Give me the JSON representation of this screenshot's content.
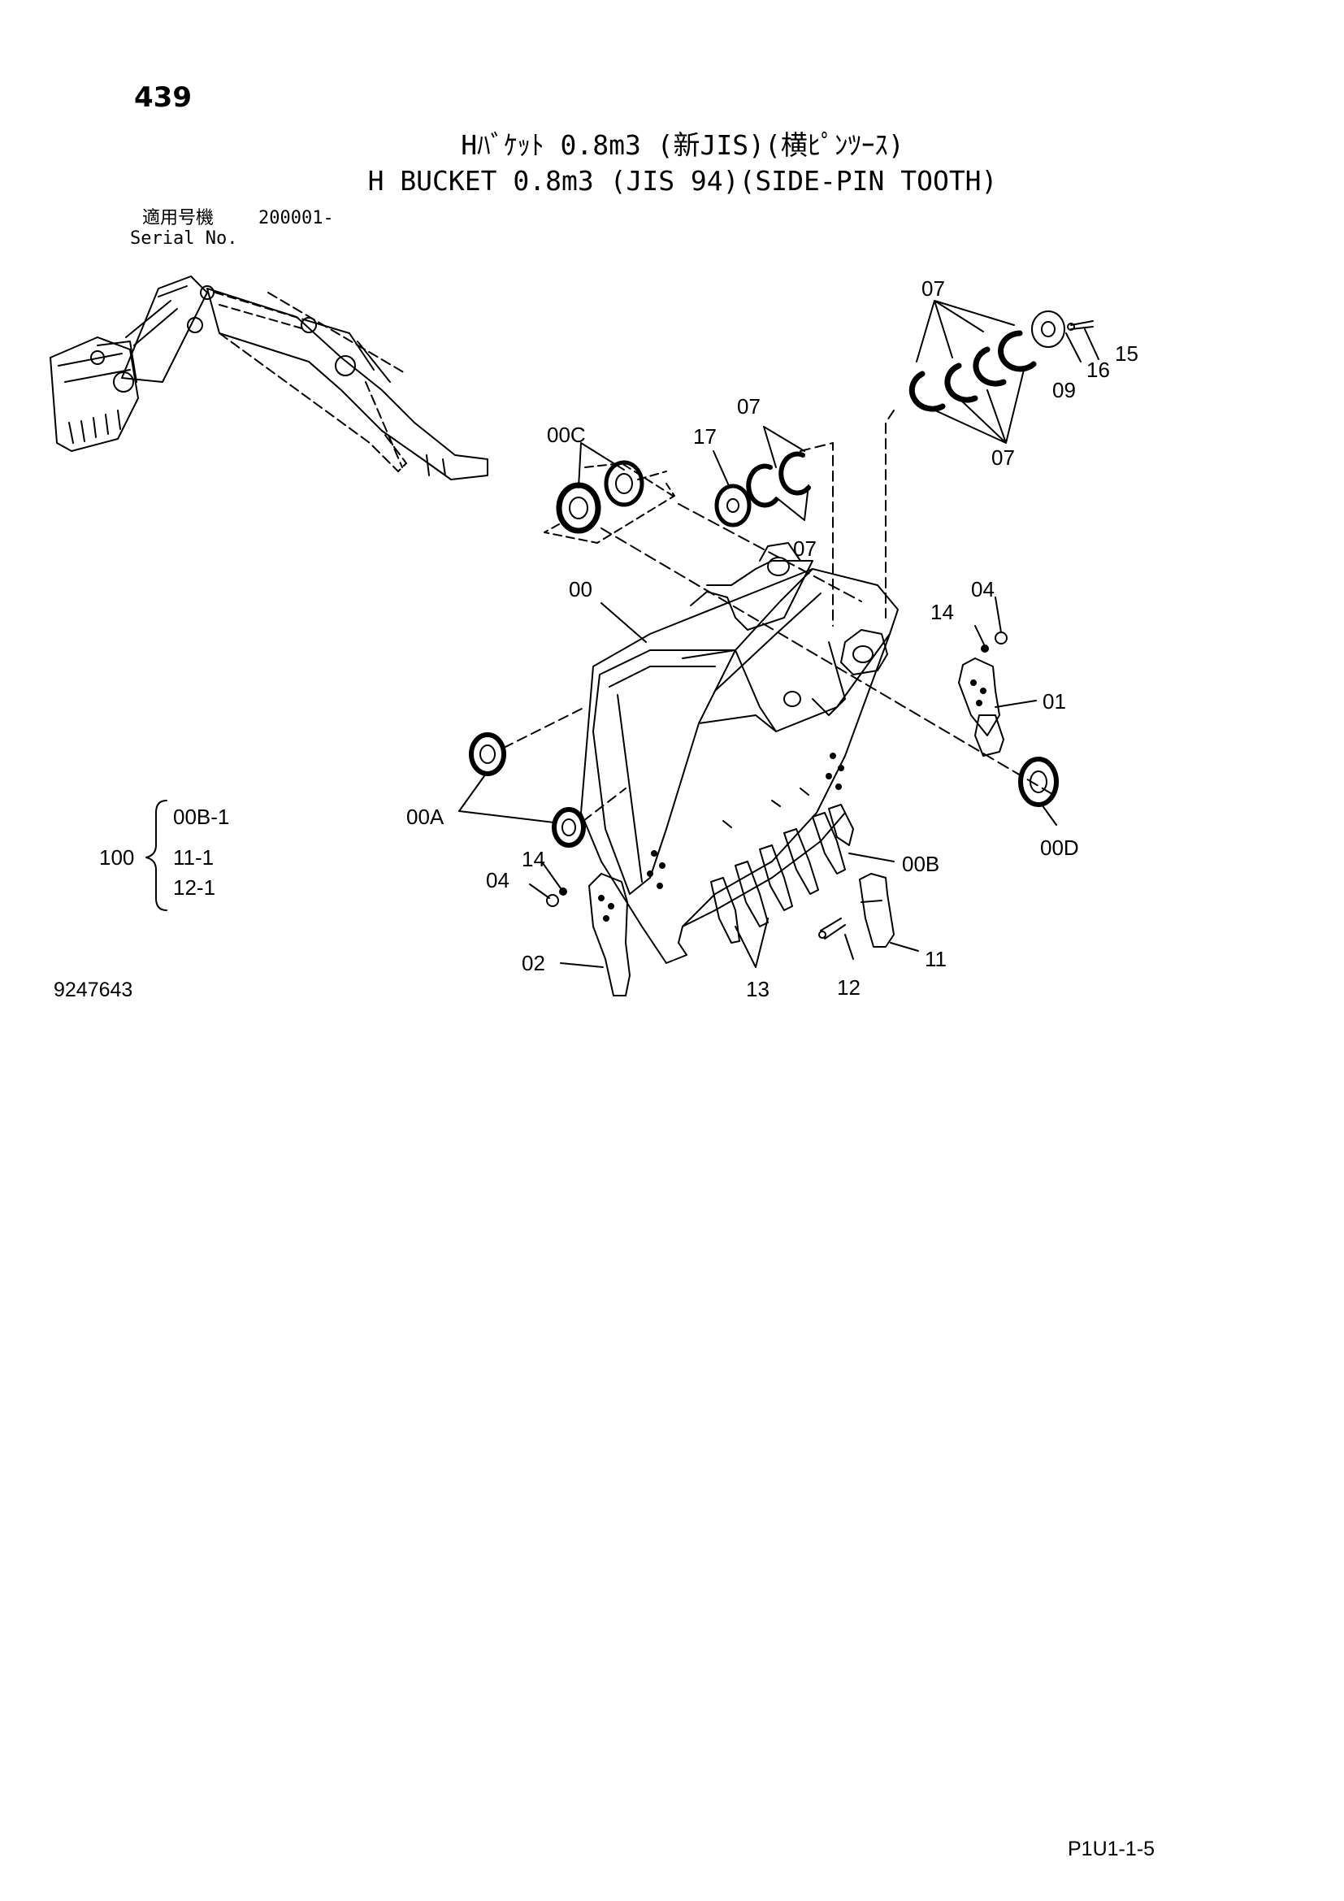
{
  "page_number": "439",
  "title_jp": "Hﾊﾞｹｯﾄ 0.8m3 (新JIS)(横ﾋﾟﾝﾂｰｽ)",
  "title_en": "H BUCKET 0.8m3 (JIS 94)(SIDE-PIN TOOTH)",
  "serial": {
    "label_jp": "適用号機",
    "value": "200001-",
    "label_en": "Serial No."
  },
  "callouts": {
    "c07_top": "07",
    "c07_right": "07",
    "c07_mid": "07",
    "c07_mid_low": "07",
    "c15": "15",
    "c16": "16",
    "c09": "09",
    "c00C": "00C",
    "c17": "17",
    "c00": "00",
    "c04_right": "04",
    "c14_right": "14",
    "c01": "01",
    "c00A": "00A",
    "c00D": "00D",
    "c00B": "00B",
    "c14_left": "14",
    "c04_left": "04",
    "c02": "02",
    "c13": "13",
    "c12": "12",
    "c11": "11"
  },
  "kit": {
    "number": "100",
    "items": [
      "00B-1",
      "11-1",
      "12-1"
    ]
  },
  "drawing_number": "9247643",
  "page_code": "P1U1-1-5"
}
